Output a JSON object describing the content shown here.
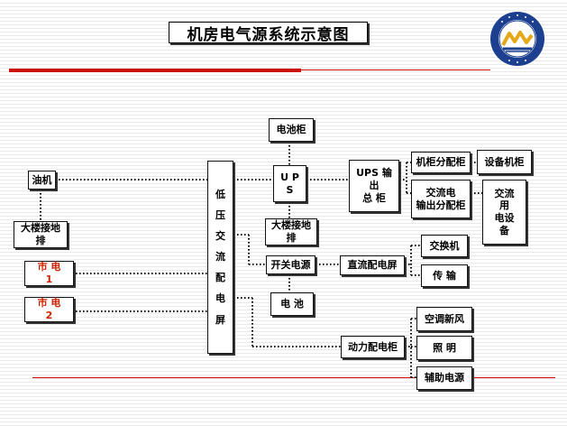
{
  "title": "机房电气源系统示意图",
  "colors": {
    "accent_red": "#cc0000",
    "power_line": "#000000",
    "logo_blue": "#1c3f8f",
    "logo_gold": "#e5a818"
  },
  "nodes": {
    "diesel": "油机",
    "ground_left": "大楼接地\n排",
    "city1": "市 电\n1",
    "city2": "市 电\n2",
    "lv_panel": "低\n\n压\n\n交\n\n流\n\n配\n\n电\n\n屏",
    "battery_cabinet": "电池柜",
    "ups": "U P\nS",
    "ground_mid": "大楼接地\n排",
    "switch_psu": "开关电源",
    "battery": "电 池",
    "ups_output": "UPS 输\n出\n总 柜",
    "rack_dist": "机柜分配柜",
    "equip_rack": "设备机柜",
    "ac_output": "交流电\n输出分配柜",
    "ac_equipment": "交流\n用\n电设\n备",
    "dc_panel": "直流配电屏",
    "exchange": "交换机",
    "transmission": "传 输",
    "power_panel": "动力配电柜",
    "hvac": "空调新风",
    "lighting": "照    明",
    "aux_power": "辅助电源"
  }
}
